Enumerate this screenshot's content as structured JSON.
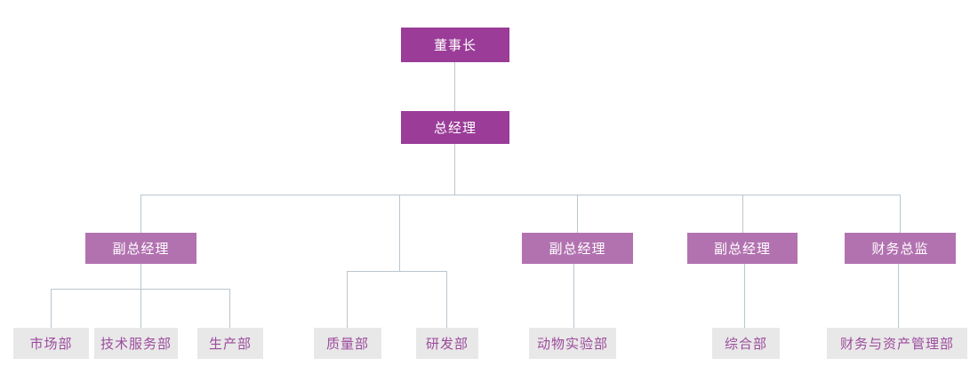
{
  "colors": {
    "executive_box": "#9a3c98",
    "executive_text": "#ffffff",
    "manager_box": "#b272b0",
    "department_box": "#e8e8e8",
    "department_text": "#9c4b9c",
    "connector_line": "#bac6ce",
    "background": "#ffffff"
  },
  "org": {
    "type": "org-chart",
    "nodes": [
      {
        "id": "chairman",
        "label": "董事长",
        "level": "executive",
        "parent": null
      },
      {
        "id": "general-manager",
        "label": "总经理",
        "level": "executive",
        "parent": "chairman"
      },
      {
        "id": "deputy-gm-1",
        "label": "副总经理",
        "level": "manager",
        "parent": "general-manager"
      },
      {
        "id": "deputy-gm-2",
        "label": "副总经理",
        "level": "manager",
        "parent": "general-manager"
      },
      {
        "id": "deputy-gm-3",
        "label": "副总经理",
        "level": "manager",
        "parent": "general-manager"
      },
      {
        "id": "finance-director",
        "label": "财务总监",
        "level": "manager",
        "parent": "general-manager"
      },
      {
        "id": "dept-marketing",
        "label": "市场部",
        "level": "department",
        "parent": "deputy-gm-1"
      },
      {
        "id": "dept-tech-service",
        "label": "技术服务部",
        "level": "department",
        "parent": "deputy-gm-1"
      },
      {
        "id": "dept-production",
        "label": "生产部",
        "level": "department",
        "parent": "deputy-gm-1"
      },
      {
        "id": "dept-quality",
        "label": "质量部",
        "level": "department",
        "parent": "general-manager"
      },
      {
        "id": "dept-rnd",
        "label": "研发部",
        "level": "department",
        "parent": "general-manager"
      },
      {
        "id": "dept-animal-lab",
        "label": "动物实验部",
        "level": "department",
        "parent": "deputy-gm-2"
      },
      {
        "id": "dept-general",
        "label": "综合部",
        "level": "department",
        "parent": "deputy-gm-3"
      },
      {
        "id": "dept-finance-asset",
        "label": "财务与资产管理部",
        "level": "department",
        "parent": "finance-director"
      }
    ]
  }
}
